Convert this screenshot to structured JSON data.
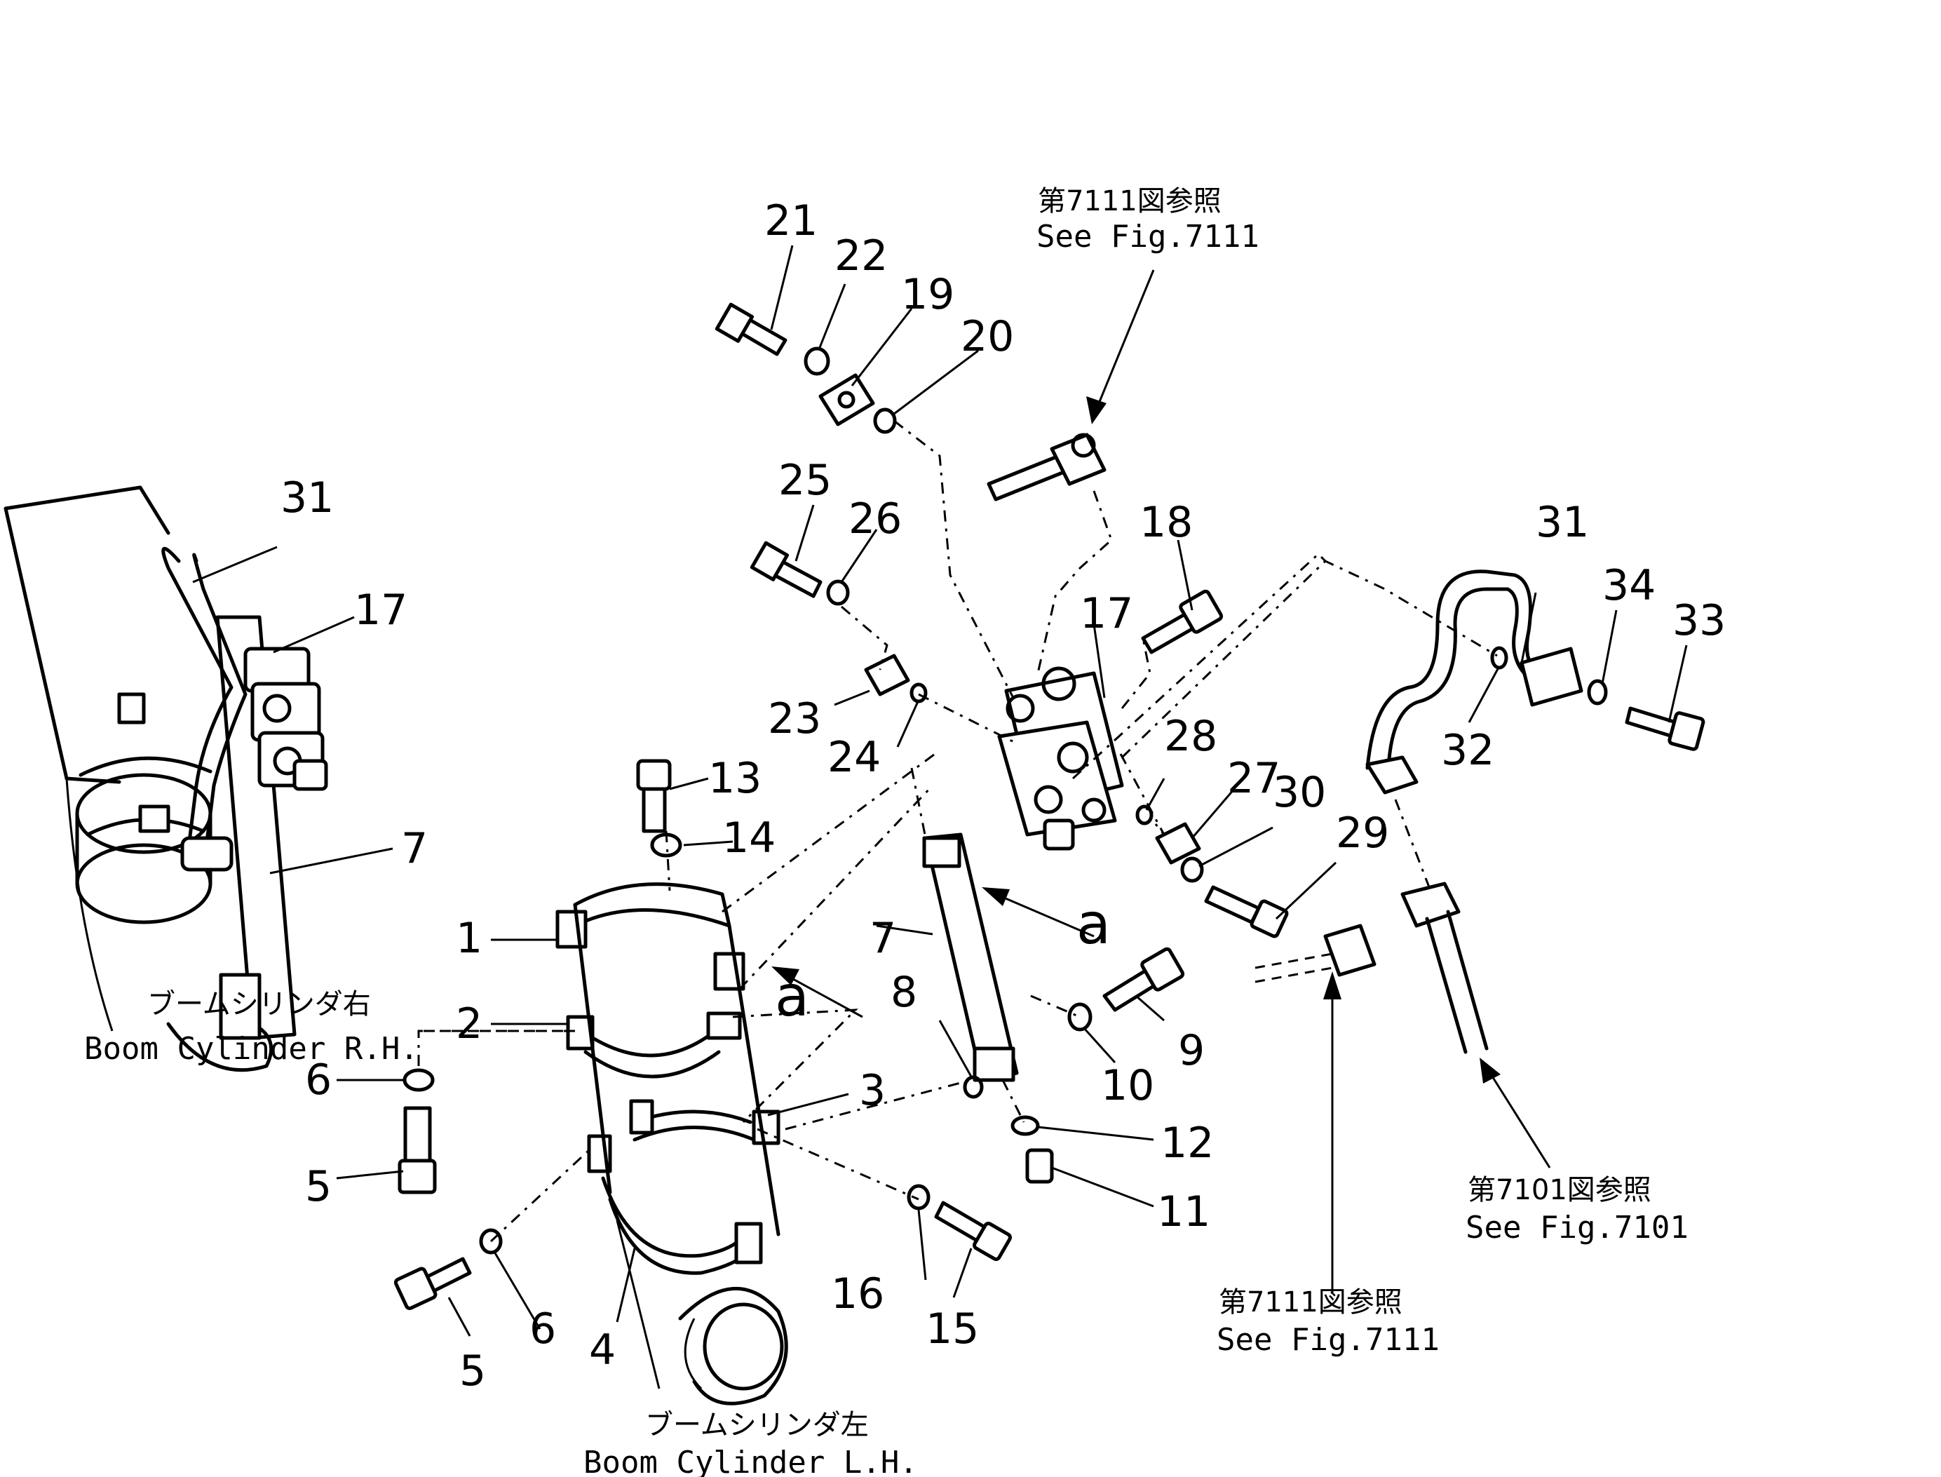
{
  "parts": {
    "p1": "1",
    "p2": "2",
    "p3": "3",
    "p4": "4",
    "p5a": "5",
    "p5b": "5",
    "p6a": "6",
    "p6b": "6",
    "p7a": "7",
    "p7b": "7",
    "p8": "8",
    "p9": "9",
    "p10": "10",
    "p11": "11",
    "p12": "12",
    "p13": "13",
    "p14": "14",
    "p15": "15",
    "p16": "16",
    "p17a": "17",
    "p17b": "17",
    "p18": "18",
    "p19": "19",
    "p20": "20",
    "p21": "21",
    "p22": "22",
    "p23": "23",
    "p24": "24",
    "p25": "25",
    "p26": "26",
    "p27": "27",
    "p28": "28",
    "p29": "29",
    "p30": "30",
    "p31a": "31",
    "p31b": "31",
    "p32": "32",
    "p33": "33",
    "p34": "34"
  },
  "view_marks": {
    "a1": "a",
    "a2": "a"
  },
  "captions": {
    "rh_jp": "ブームシリンダ右",
    "rh_en": "Boom Cylinder R.H.",
    "lh_jp": "ブームシリンダ左",
    "lh_en": "Boom Cylinder L.H.",
    "ref_top_jp": "第7111図参照",
    "ref_top_en": "See Fig.7111",
    "ref_mid_jp": "第7111図参照",
    "ref_mid_en": "See Fig.7111",
    "ref_right_jp": "第7101図参照",
    "ref_right_en": "See Fig.7101"
  }
}
